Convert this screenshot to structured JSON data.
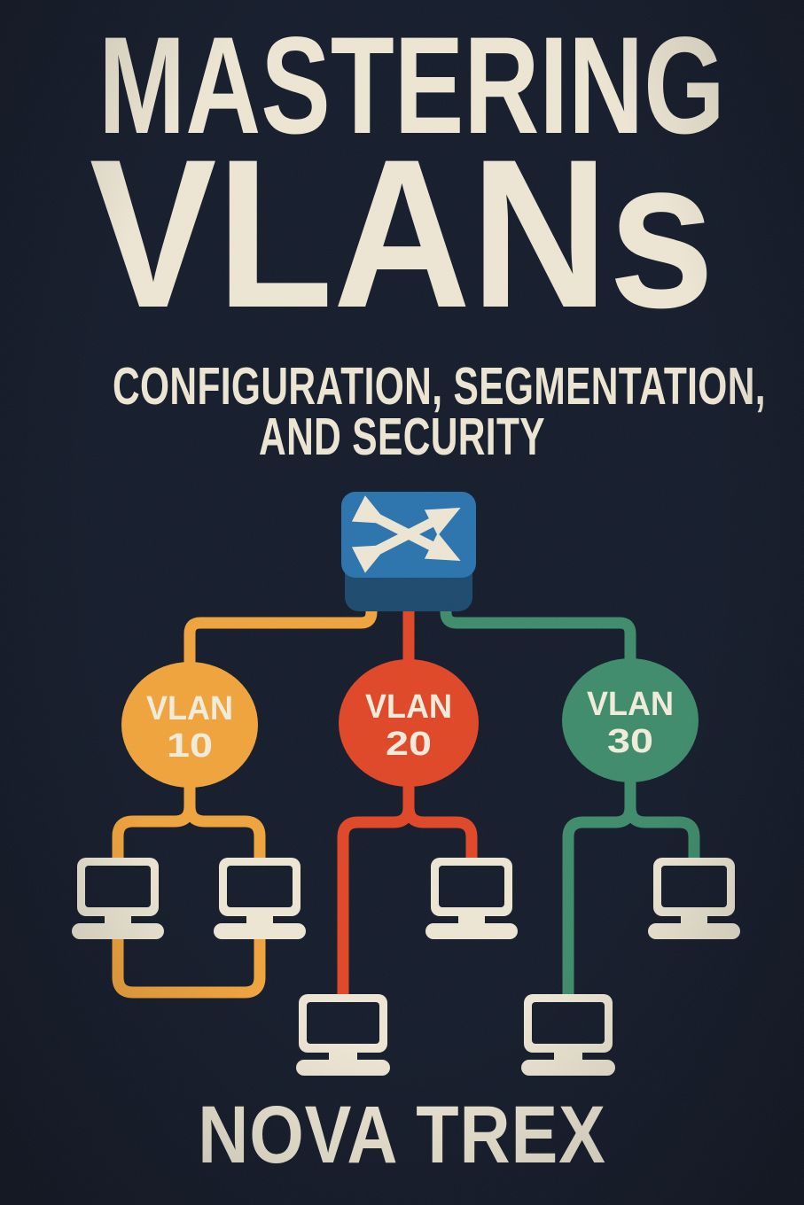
{
  "cover": {
    "title_line1": "MASTERING",
    "title_line2": "VLANs",
    "subtitle_line1": "CONFIGURATION, SEGMENTATION,",
    "subtitle_line2": "AND SECURITY",
    "author": "NOVA TREX"
  },
  "diagram": {
    "switch_icon": "network-switch-crossed-arrows",
    "colors": {
      "background": "#151c2b",
      "cream": "#ede6d3",
      "switch_blue": "#2b74ae",
      "switch_blue_dark": "#1c4a6e"
    },
    "vlans": [
      {
        "label": "VLAN",
        "id": "10",
        "color": "#f0a43c",
        "workstations": 2
      },
      {
        "label": "VLAN",
        "id": "20",
        "color": "#e04727",
        "workstations": 2
      },
      {
        "label": "VLAN",
        "id": "30",
        "color": "#3e8c6b",
        "workstations": 2
      }
    ]
  }
}
